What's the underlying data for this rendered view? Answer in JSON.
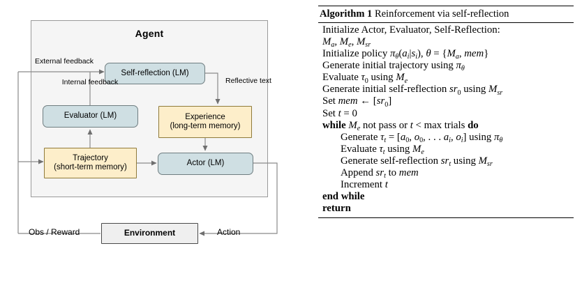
{
  "diagram": {
    "title": "Agent",
    "nodes": {
      "self_reflection": "Self-reflection (LM)",
      "evaluator": "Evaluator (LM)",
      "trajectory_l1": "Trajectory",
      "trajectory_l2": "(short-term memory)",
      "experience_l1": "Experience",
      "experience_l2": "(long-term memory)",
      "actor": "Actor (LM)",
      "environment": "Environment"
    },
    "edge_labels": {
      "external_feedback": "External feedback",
      "internal_feedback_l1": "Internal",
      "internal_feedback_l2": "feedback",
      "reflective_text_l1": "Reflective",
      "reflective_text_l2": "text",
      "obs_reward": "Obs / Reward",
      "action": "Action"
    },
    "colors": {
      "blue_node": "#cfdfe3",
      "yellow_node": "#fdeeca",
      "grey_node": "#efefef",
      "frame_fill": "#f5f5f5",
      "wire": "#8a8a8a",
      "wire_dark": "#555555"
    }
  },
  "algorithm": {
    "number_label": "Algorithm 1",
    "title": "Reinforcement via self-reflection",
    "lines": [
      {
        "indent": 0,
        "text": "Initialize Actor, Evaluator, Self-Reflection:"
      },
      {
        "indent": 0,
        "text": "Ma, Me, Msr"
      },
      {
        "indent": 0,
        "text": "Initialize policy πθ(ai|si), θ = {Ma, mem}"
      },
      {
        "indent": 0,
        "text": "Generate initial trajectory using πθ"
      },
      {
        "indent": 0,
        "text": "Evaluate τ0 using Me"
      },
      {
        "indent": 0,
        "text": "Generate initial self-reflection sr0 using Msr"
      },
      {
        "indent": 0,
        "text": "Set mem ← [sr0]"
      },
      {
        "indent": 0,
        "text": "Set t = 0"
      },
      {
        "indent": 0,
        "text": "while Me not pass or t < max trials do"
      },
      {
        "indent": 1,
        "text": "Generate τt = [a0, o0, . . . ai, oi] using πθ"
      },
      {
        "indent": 1,
        "text": "Evaluate τt using Me"
      },
      {
        "indent": 1,
        "text": "Generate self-reflection srt using Msr"
      },
      {
        "indent": 1,
        "text": "Append srt to mem"
      },
      {
        "indent": 1,
        "text": "Increment t"
      },
      {
        "indent": 0,
        "text": "end while"
      },
      {
        "indent": 0,
        "text": "return"
      }
    ]
  }
}
